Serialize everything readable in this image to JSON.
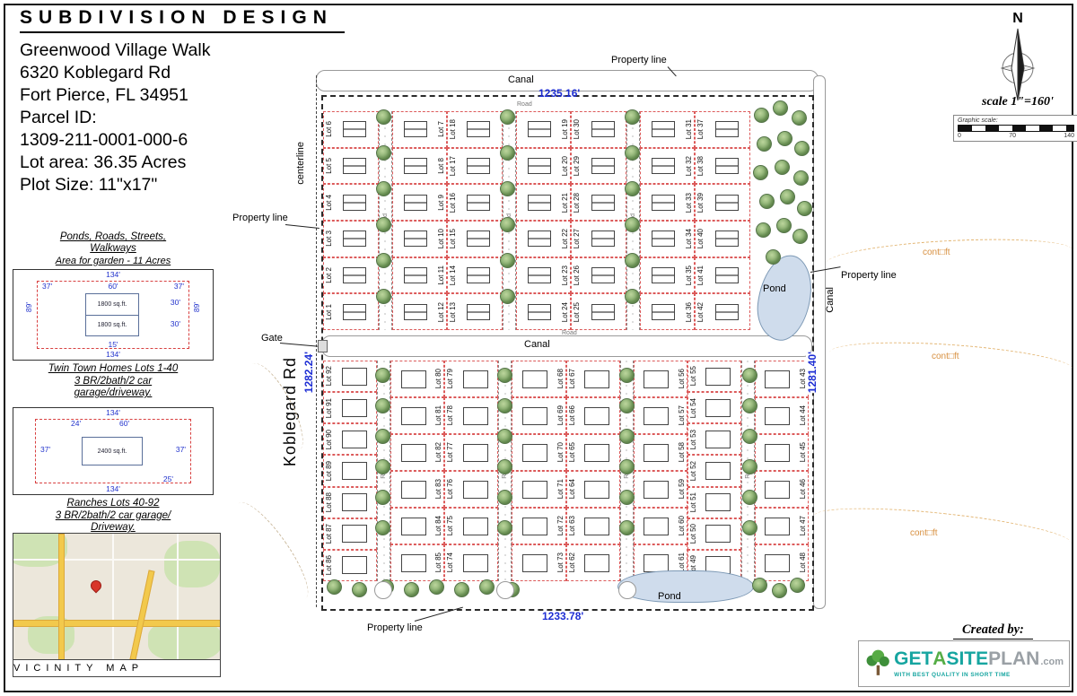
{
  "sheet": {
    "title": "SUBDIVISION DESIGN",
    "project_lines": [
      "Greenwood Village Walk",
      "6320 Koblegard Rd",
      "Fort Pierce, FL 34951",
      "Parcel ID:",
      "1309-211-0001-000-6",
      "Lot area: 36.35 Acres",
      "Plot Size: 11\"x17\""
    ]
  },
  "panels": {
    "garden": {
      "header1": "Ponds, Roads, Streets,",
      "header2": "Walkways",
      "subheader": "Area for garden - 11 Acres",
      "diagram": {
        "top": "134'",
        "inner_top": "60'",
        "left_top": "37'",
        "right_top": "37'",
        "left_side": "89'",
        "right_side": "89'",
        "depth1": "30'",
        "depth2": "30'",
        "unit1": "1800 sq.ft.",
        "unit2": "1800 sq.ft.",
        "bottom_small": "15'",
        "bottom": "134'"
      },
      "captions": [
        "Twin Town Homes Lots 1-40",
        "3 BR/2bath/2 car",
        "garage/driveway."
      ]
    },
    "ranches": {
      "diagram": {
        "top": "134'",
        "top_small": "24'",
        "inner_top": "60'",
        "left_top": "37'",
        "right_top": "37'",
        "unit": "2400 sq.ft.",
        "bottom_small": "25'",
        "bottom": "134'"
      },
      "captions": [
        "Ranches Lots 40-92",
        "3 BR/2bath/2 car garage/",
        "Driveway."
      ]
    },
    "vicinity_caption": "VICINITY MAP"
  },
  "plan": {
    "street": "Koblegard Rd",
    "labels": {
      "property_line": "Property line",
      "canal": "Canal",
      "road": "Road",
      "gate": "Gate",
      "centerline": "centerline",
      "pond": "Pond",
      "contour": "cont□ft"
    },
    "dimensions": {
      "top": "1235.16'",
      "left": "1282.24'",
      "right": "1281.40'",
      "bottom": "1233.78'"
    },
    "upper_columns": [
      [
        "Lot 6",
        "Lot 5",
        "Lot 4",
        "Lot 3",
        "Lot 2",
        "Lot 1"
      ],
      [
        "Lot 7",
        "Lot 8",
        "Lot 9",
        "Lot 10",
        "Lot 11",
        "Lot 12"
      ],
      [
        "Lot 18",
        "Lot 17",
        "Lot 16",
        "Lot 15",
        "Lot 14",
        "Lot 13"
      ],
      [
        "Lot 19",
        "Lot 20",
        "Lot 21",
        "Lot 22",
        "Lot 23",
        "Lot 24"
      ],
      [
        "Lot 30",
        "Lot 29",
        "Lot 28",
        "Lot 27",
        "Lot 26",
        "Lot 25"
      ],
      [
        "Lot 31",
        "Lot 32",
        "Lot 33",
        "Lot 34",
        "Lot 35",
        "Lot 36"
      ],
      [
        "Lot 37",
        "Lot 38",
        "Lot 39",
        "Lot 40",
        "Lot 41",
        "Lot 42"
      ]
    ],
    "lower_columns": [
      [
        "Lot 92",
        "Lot 91",
        "Lot 90",
        "Lot 89",
        "Lot 88",
        "Lot 87",
        "Lot 86"
      ],
      [
        "Lot 80",
        "Lot 81",
        "Lot 82",
        "Lot 83",
        "Lot 84",
        "Lot 85"
      ],
      [
        "Lot 79",
        "Lot 78",
        "Lot 77",
        "Lot 76",
        "Lot 75",
        "Lot 74"
      ],
      [
        "Lot 68",
        "Lot 69",
        "Lot 70",
        "Lot 71",
        "Lot 72",
        "Lot 73"
      ],
      [
        "Lot 67",
        "Lot 66",
        "Lot 65",
        "Lot 64",
        "Lot 63",
        "Lot 62"
      ],
      [
        "Lot 56",
        "Lot 57",
        "Lot 58",
        "Lot 59",
        "Lot 60",
        "Lot 61"
      ],
      [
        "Lot 55",
        "Lot 54",
        "Lot 53",
        "Lot 52",
        "Lot 51",
        "Lot 50",
        "Lot 49"
      ],
      [
        "Lot 43",
        "Lot 44",
        "Lot 45",
        "Lot 46",
        "Lot 47",
        "Lot 48"
      ]
    ]
  },
  "compass": {
    "north": "N",
    "scale_text": "scale 1\"=160'",
    "graphic_scale_label": "Graphic scale:",
    "scale_ticks": [
      "0",
      "70",
      "140"
    ]
  },
  "credit": {
    "label": "Created by:",
    "logo": {
      "part1": "GET",
      "part2": "A",
      "part3": "SITE",
      "part4": "PLAN",
      "part5": ".com",
      "tagline": "WITH BEST QUALITY IN SHORT TIME"
    }
  },
  "colors": {
    "dimension_blue": "#1f2fd4",
    "lot_line_red": "#d84040",
    "contour_orange": "#d89040",
    "logo_teal": "#16a5a0",
    "logo_green": "#55ad46",
    "tree_green": "#7fa768"
  }
}
